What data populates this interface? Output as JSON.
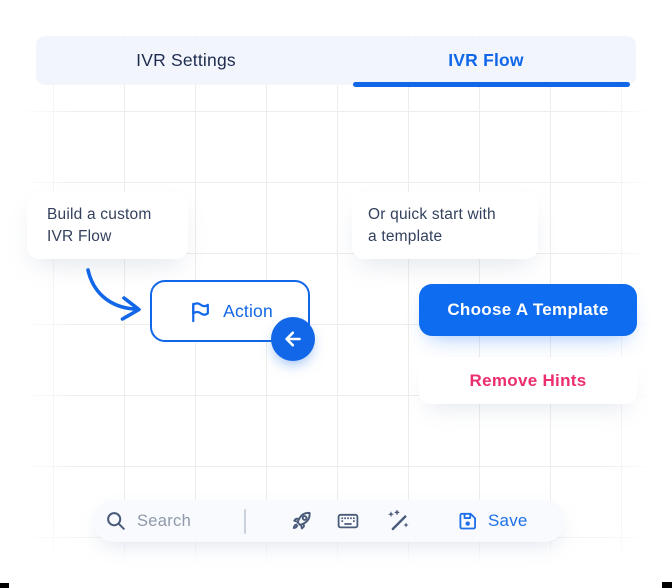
{
  "tabs": {
    "settings_label": "IVR Settings",
    "flow_label": "IVR Flow"
  },
  "hints": {
    "left": {
      "lines": [
        "Build a custom",
        "IVR Flow"
      ]
    },
    "right": {
      "lines": [
        "Or quick start with",
        "a template"
      ]
    }
  },
  "flow_canvas": {
    "action_label": "Action"
  },
  "cta": {
    "choose_template_label": "Choose A Template",
    "remove_hints_label": "Remove Hints"
  },
  "toolbar": {
    "search_label": "Search",
    "save_label": "Save",
    "icons": {
      "search": "magnifier",
      "launch": "rocket",
      "shortcuts": "keyboard",
      "auto_build": "magic-wand",
      "save": "floppy-disk"
    }
  },
  "colors": {
    "accent_blue": "#1167E8",
    "button_blue": "#0E6CF0",
    "navy_text": "#1E2B4F",
    "hint_text": "#33415E",
    "pink": "#EC2D6F",
    "icon_slate": "#4A5B7A",
    "tabbar_bg": "#F2F6FC",
    "toolbar_bg": "#F8FAFD",
    "grid_line": "#EFEDEA"
  }
}
